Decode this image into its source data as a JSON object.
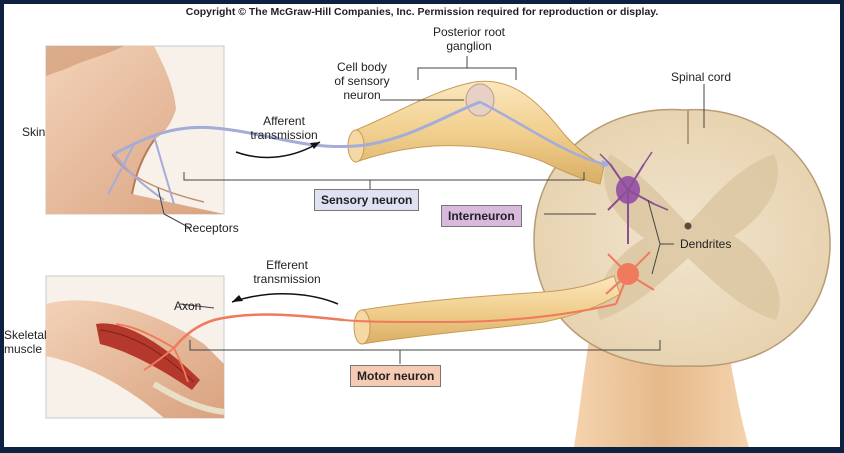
{
  "copyright": "Copyright © The McGraw-Hill Companies, Inc. Permission required for reproduction or display.",
  "labels": {
    "skin": "Skin",
    "receptors": "Receptors",
    "afferent_line1": "Afferent",
    "afferent_line2": "transmission",
    "cell_body_line1": "Cell body",
    "cell_body_line2": "of sensory",
    "cell_body_line3": "neuron",
    "ganglion_line1": "Posterior root",
    "ganglion_line2": "ganglion",
    "spinal_cord": "Spinal cord",
    "dendrites": "Dendrites",
    "efferent_line1": "Efferent",
    "efferent_line2": "transmission",
    "axon": "Axon",
    "skeletal_line1": "Skeletal",
    "skeletal_line2": "muscle"
  },
  "boxes": {
    "sensory_neuron": "Sensory neuron",
    "interneuron": "Interneuron",
    "motor_neuron": "Motor neuron"
  },
  "colors": {
    "sensory": "#aab3dc",
    "interneuron": "#8b4f96",
    "motor": "#f07a5c",
    "nerve": "#f1d49a",
    "cord": "#efe2cc"
  }
}
